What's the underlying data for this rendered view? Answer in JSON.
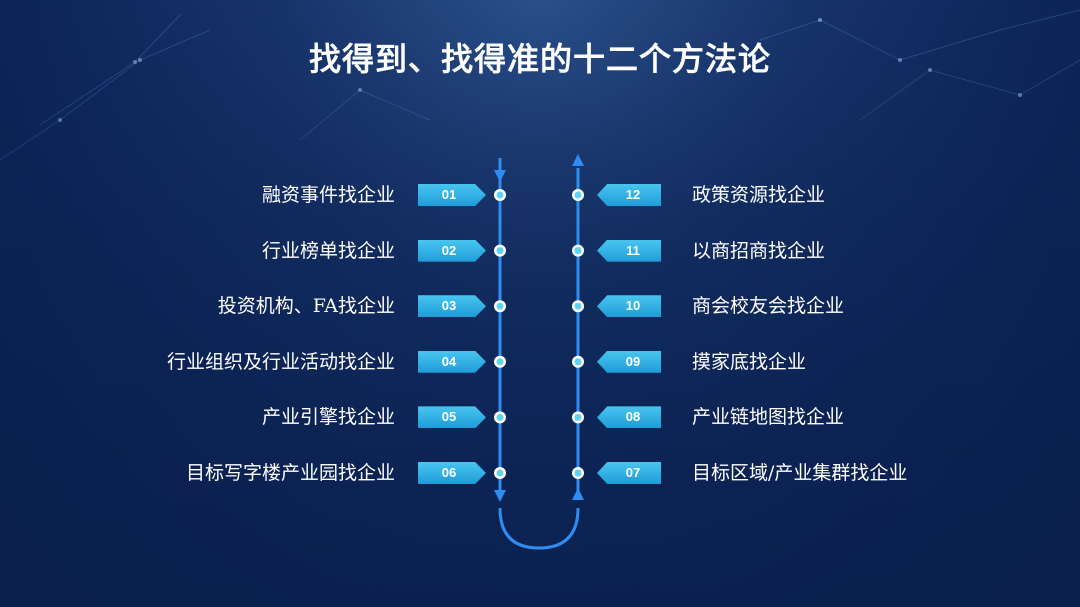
{
  "title": "找得到、找得准的十二个方法论",
  "left_items": [
    {
      "num": "01",
      "label": "融资事件找企业"
    },
    {
      "num": "02",
      "label": "行业榜单找企业"
    },
    {
      "num": "03",
      "label": "投资机构、FA找企业"
    },
    {
      "num": "04",
      "label": "行业组织及行业活动找企业"
    },
    {
      "num": "05",
      "label": "产业引擎找企业"
    },
    {
      "num": "06",
      "label": "目标写字楼产业园找企业"
    }
  ],
  "right_items": [
    {
      "num": "12",
      "label": "政策资源找企业"
    },
    {
      "num": "11",
      "label": "以商招商找企业"
    },
    {
      "num": "10",
      "label": "商会校友会找企业"
    },
    {
      "num": "09",
      "label": "摸家底找企业"
    },
    {
      "num": "08",
      "label": "产业链地图找企业"
    },
    {
      "num": "07",
      "label": "目标区域/产业集群找企业"
    }
  ],
  "colors": {
    "line": "#2f8df2",
    "badge": "#2aa6e0",
    "dot_outer": "#ffffff",
    "dot_inner": "#5fd4f0"
  }
}
